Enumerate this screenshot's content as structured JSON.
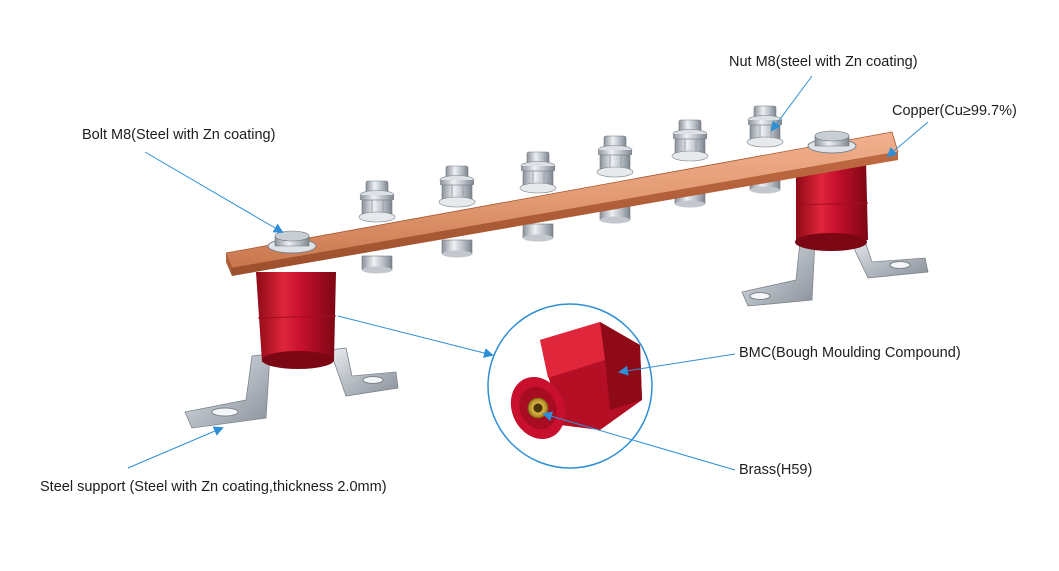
{
  "labels": {
    "nut": "Nut M8(steel with Zn coating)",
    "copper": "Copper(Cu≥99.7%)",
    "bolt": "Bolt M8(Steel with Zn coating)",
    "bmc": "BMC(Bough Moulding Compound)",
    "brass": "Brass(H59)",
    "steel_support": "Steel support (Steel with Zn coating,thickness 2.0mm)"
  },
  "colors": {
    "callout_line": "#2f8fd6",
    "copper": "#d4835a",
    "insulator_red": "#c8102e",
    "steel": "#c7ccd3",
    "brass": "#c9a227"
  }
}
